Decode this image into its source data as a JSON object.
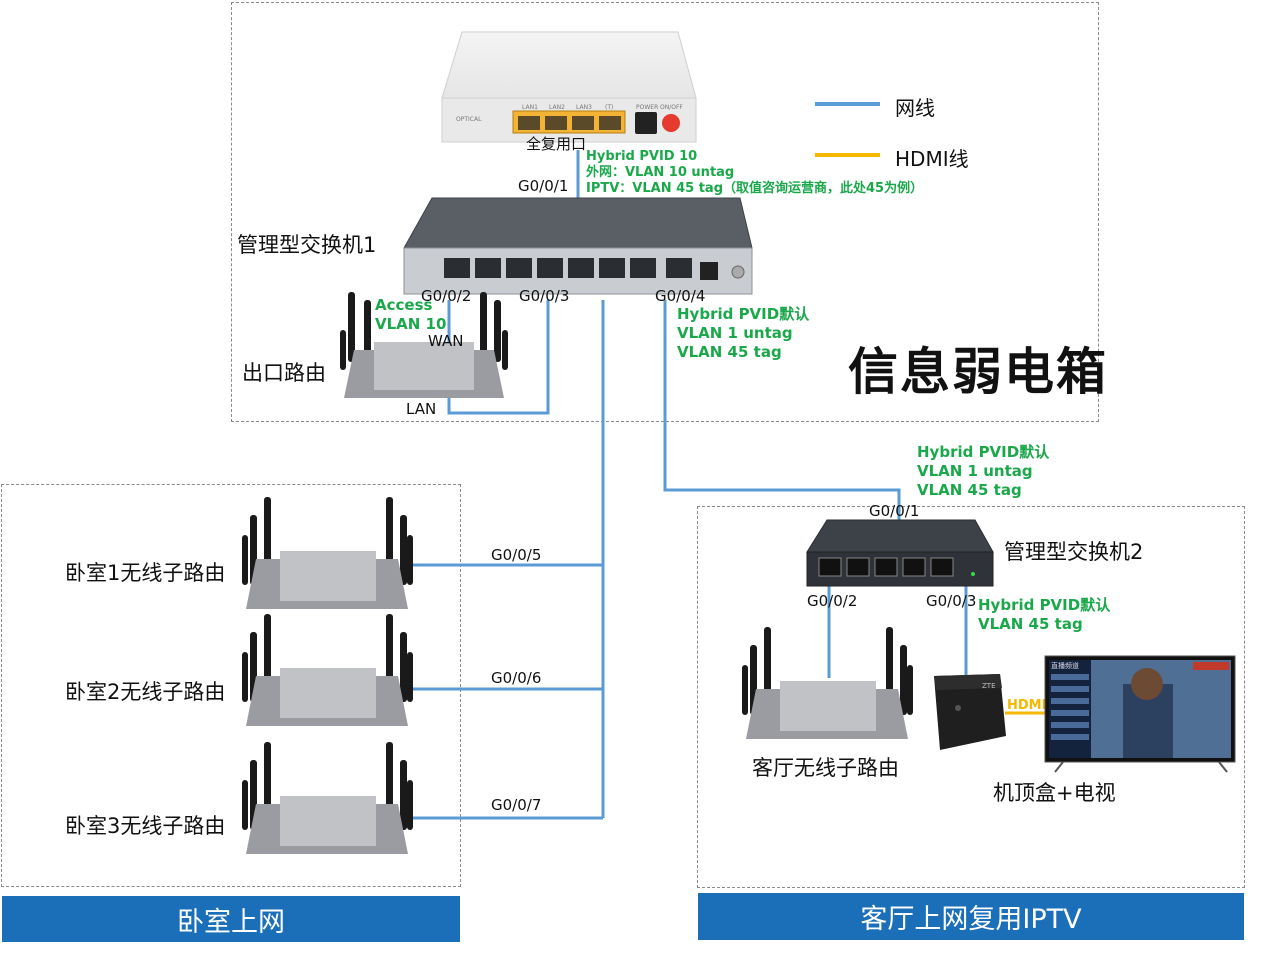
{
  "legend": {
    "net_cable": "网线",
    "hdmi_cable": "HDMI线",
    "net_color": "#5b9bd5",
    "hdmi_color": "#f5b800"
  },
  "colors": {
    "config_text": "#1aa84a",
    "banner_bg": "#1b6fb8"
  },
  "info_box_title": "信息弱电箱",
  "modem": {
    "port_label": "全复用口",
    "config": [
      "Hybrid PVID 10",
      "外网：VLAN 10 untag",
      "IPTV：VLAN 45 tag（取值咨询运营商，此处45为例）"
    ],
    "panel": [
      "OPTICAL",
      "LAN1",
      "LAN2",
      "LAN3",
      "(T)",
      "POWER",
      "ON/OFF"
    ]
  },
  "switch1": {
    "name": "管理型交换机1",
    "ports": {
      "p1": "G0/0/1",
      "p2": "G0/0/2",
      "p3": "G0/0/3",
      "p4": "G0/0/4"
    },
    "p2_config": [
      "Access",
      "VLAN 10"
    ],
    "p4_config": [
      "Hybrid PVID默认",
      "VLAN 1 untag",
      "VLAN 45 tag"
    ]
  },
  "exit_router": {
    "name": "出口路由",
    "wan": "WAN",
    "lan": "LAN"
  },
  "bedroom": {
    "routers": [
      {
        "name": "卧室1无线子路由",
        "port": "G0/0/5"
      },
      {
        "name": "卧室2无线子路由",
        "port": "G0/0/6"
      },
      {
        "name": "卧室3无线子路由",
        "port": "G0/0/7"
      }
    ],
    "banner": "卧室上网"
  },
  "living": {
    "trunk_config": [
      "Hybrid PVID默认",
      "VLAN 1 untag",
      "VLAN 45 tag"
    ],
    "switch2": {
      "name": "管理型交换机2",
      "ports": {
        "p1": "G0/0/1",
        "p2": "G0/0/2",
        "p3": "G0/0/3"
      },
      "p3_config": [
        "Hybrid PVID默认",
        "VLAN 45 tag"
      ]
    },
    "router_name": "客厅无线子路由",
    "stb_tv": "机顶盒+电视",
    "hdmi_label": "HDMI",
    "stb_brand": "ZTE",
    "tv_brand": "直播频道",
    "banner": "客厅上网复用IPTV"
  }
}
